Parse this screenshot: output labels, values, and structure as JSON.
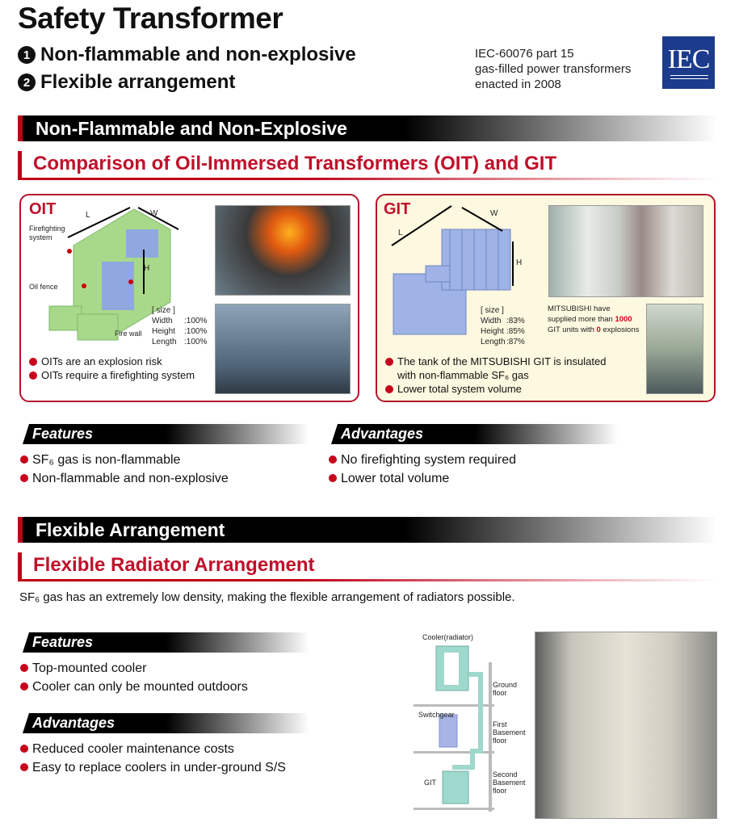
{
  "header": {
    "title": "Safety Transformer",
    "points": [
      {
        "num": "1",
        "text": "Non-flammable and non-explosive"
      },
      {
        "num": "2",
        "text": "Flexible arrangement"
      }
    ],
    "iec_lines": [
      "IEC-60076 part 15",
      "gas-filled power transformers",
      "enacted in 2008"
    ],
    "iec_logo": "IEC"
  },
  "section1": {
    "bar": "Non-Flammable and Non-Explosive",
    "subheading": "Comparison of Oil-Immersed Transformers (OIT) and GIT",
    "oit": {
      "label": "OIT",
      "dims": {
        "l": "L",
        "w": "W",
        "h": "H"
      },
      "callouts": [
        "Firefighting system",
        "Oil fence",
        "Fire wall"
      ],
      "size_title": "[ size ]",
      "size": [
        [
          "Width",
          ":100%"
        ],
        [
          "Height",
          ":100%"
        ],
        [
          "Length",
          ":100%"
        ]
      ],
      "bullets": [
        "OITs are an explosion risk",
        "OITs require a firefighting system"
      ]
    },
    "git": {
      "label": "GIT",
      "dims": {
        "l": "L",
        "w": "W",
        "h": "H"
      },
      "size_title": "[ size ]",
      "size": [
        [
          "Width",
          ":83%"
        ],
        [
          "Height",
          ":85%"
        ],
        [
          "Length",
          ":87%"
        ]
      ],
      "note": {
        "line1": "MITSUBISHI have",
        "line2a": "supplied more than ",
        "count": "1000",
        "line3a": "GIT units with ",
        "explosions": "0",
        "line3b": " explosions"
      },
      "bullets": [
        "The tank of the MITSUBISHI GIT is insulated with non-flammable SF₆ gas",
        "Lower total system volume"
      ]
    },
    "features": {
      "title": "Features",
      "items": [
        "SF₆ gas is non-flammable",
        "Non-flammable and non-explosive"
      ]
    },
    "advantages": {
      "title": "Advantages",
      "items": [
        "No firefighting system required",
        "Lower total volume"
      ]
    }
  },
  "section2": {
    "bar": "Flexible Arrangement",
    "subheading": "Flexible Radiator Arrangement",
    "intro": "SF₆ gas has an extremely low density, making the flexible arrangement of radiators possible.",
    "features": {
      "title": "Features",
      "items": [
        "Top-mounted cooler",
        "Cooler can only be mounted outdoors"
      ]
    },
    "advantages": {
      "title": "Advantages",
      "items": [
        "Reduced cooler maintenance costs",
        "Easy to replace coolers in under-ground S/S"
      ]
    },
    "diagram": {
      "cooler": "Cooler(radiator)",
      "ground": "Ground floor",
      "first": "First Basement floor",
      "second": "Second Basement floor",
      "switchgear": "Switchgear",
      "git": "GIT"
    }
  }
}
